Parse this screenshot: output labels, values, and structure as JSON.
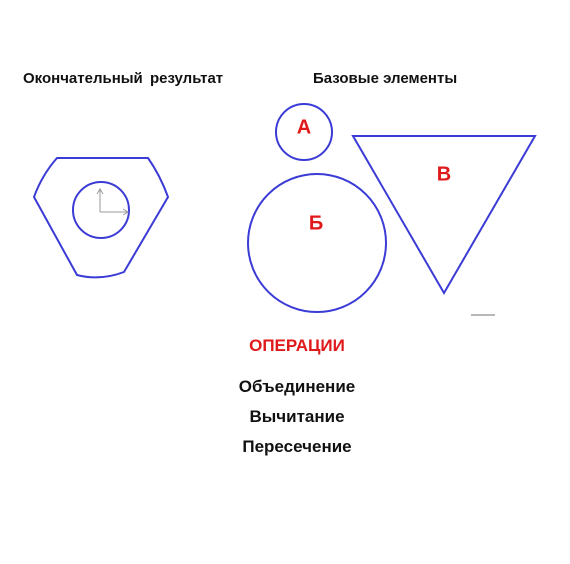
{
  "headings": {
    "final_result": "Окончательный  результат",
    "base_elements": "Базовые элементы"
  },
  "shapes": {
    "circle_small_label": "А",
    "circle_large_label": "Б",
    "triangle_label": "В"
  },
  "operations": {
    "title": "ОПЕРАЦИИ",
    "items": [
      "Объединение",
      "Вычитание",
      "Пересечение"
    ]
  },
  "colors": {
    "outline": "#3b3bd6",
    "accent_text": "#e0191a",
    "text": "#111111"
  }
}
